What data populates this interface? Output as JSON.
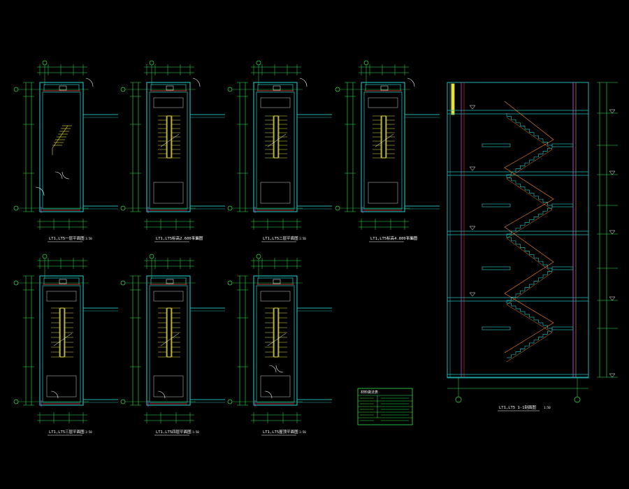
{
  "drawing": {
    "background": "#000000",
    "colors": {
      "wall": "#1fb5b5",
      "dim": "#2ee84a",
      "stair": "#e8e040",
      "text": "#ffffff",
      "red": "#ff2a2a",
      "magenta": "#d040d0",
      "orange": "#ff8a2a"
    }
  },
  "plans": [
    {
      "caption": "LT1,LT5一层平面图",
      "scale": "1:50"
    },
    {
      "caption": "LT1,LT5标高2.600平面图",
      "scale": "1:50"
    },
    {
      "caption": "LT1,LT5二层平面图",
      "scale": "1:50"
    },
    {
      "caption": "LT1,LT5标高4.800平面图",
      "scale": "1:50"
    },
    {
      "caption": "LT1,LT5三层平面图",
      "scale": "1:50"
    },
    {
      "caption": "LT1,LT5四层平面图",
      "scale": "1:50"
    },
    {
      "caption": "LT1,LT5屋顶平面图",
      "scale": "1:50"
    }
  ],
  "section": {
    "caption": "LT1,LT5  1-1剖面图",
    "scale": "1:50"
  },
  "legend": {
    "title": "材料做法表",
    "row_count": 6
  }
}
